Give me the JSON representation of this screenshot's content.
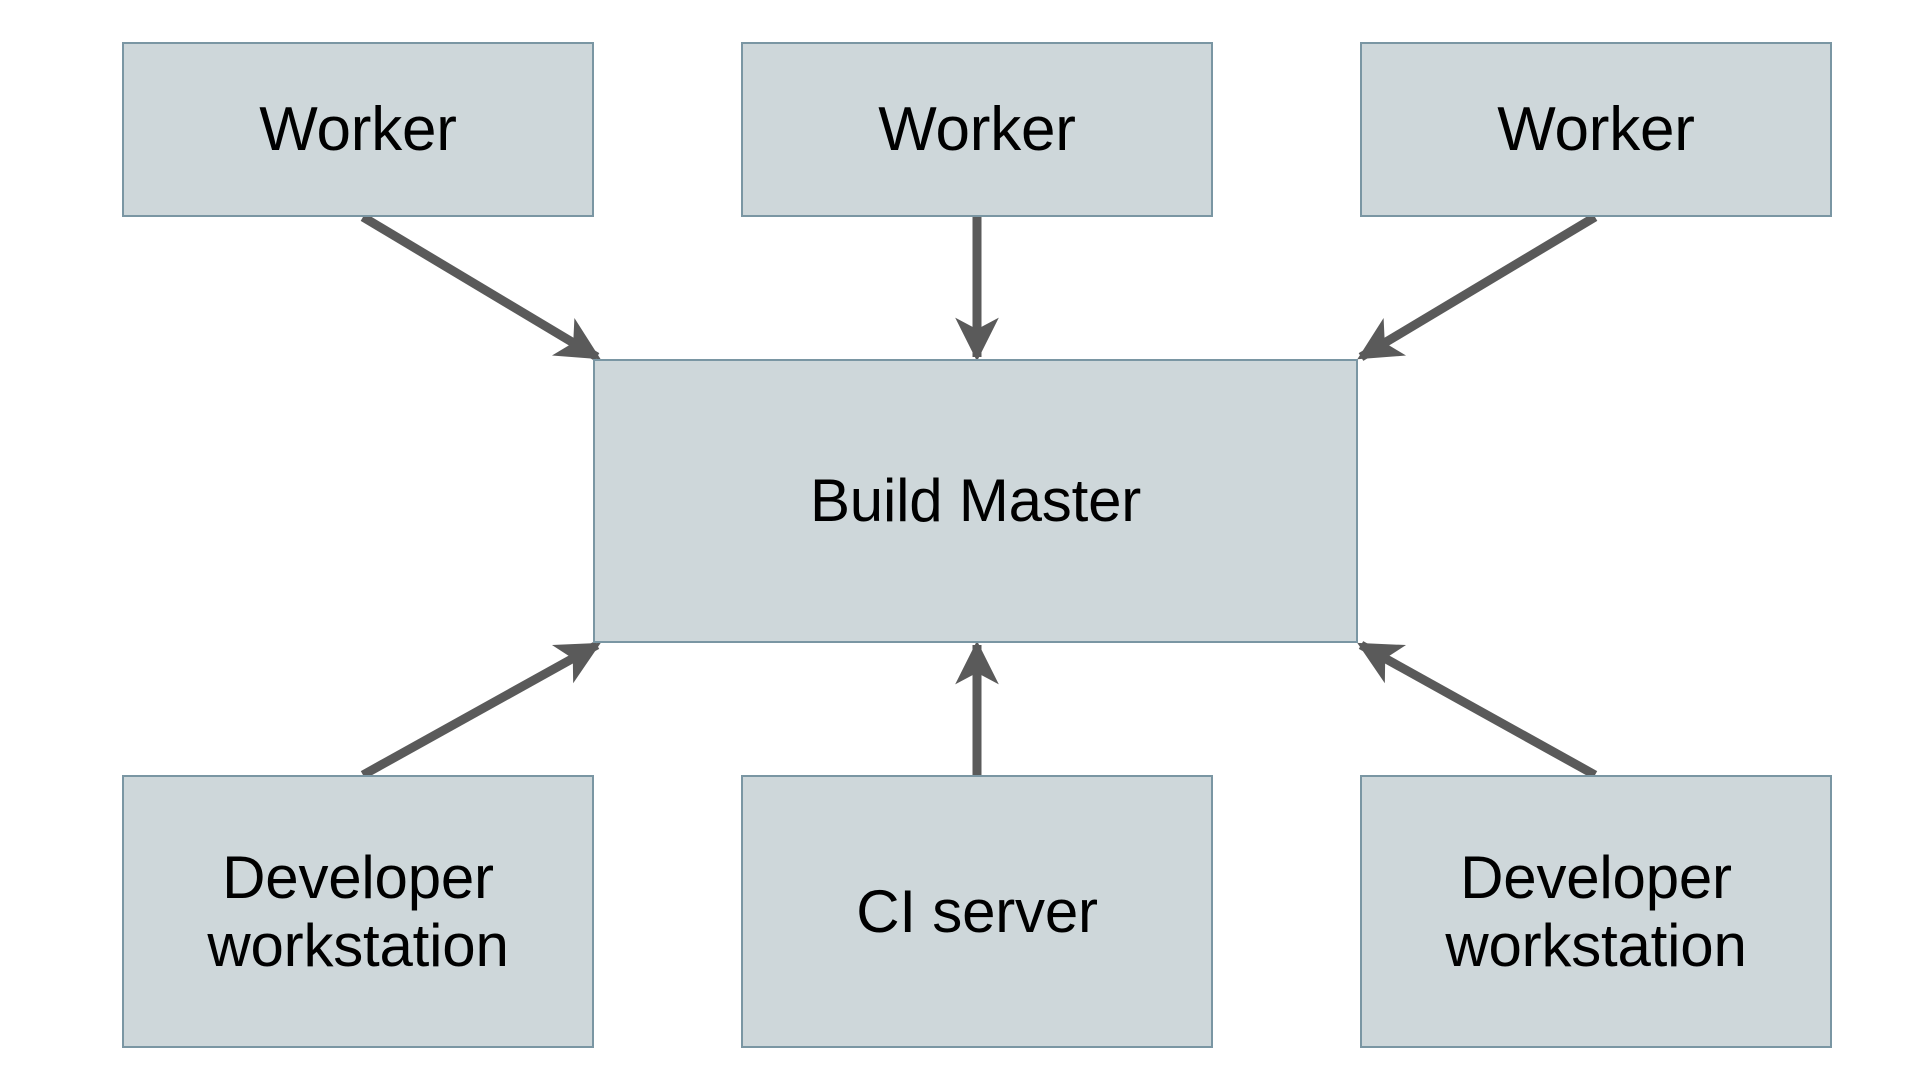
{
  "diagram": {
    "type": "node-edge-architecture",
    "background_color": "#ffffff",
    "node_fill_color": "#ced7da",
    "node_border_color": "#7a96a3",
    "edge_color": "#5a5a5a",
    "text_color": "#000000",
    "nodes": [
      {
        "id": "worker-1",
        "label": "Worker"
      },
      {
        "id": "worker-2",
        "label": "Worker"
      },
      {
        "id": "worker-3",
        "label": "Worker"
      },
      {
        "id": "build-master",
        "label": "Build Master"
      },
      {
        "id": "dev-workstation-left",
        "label": "Developer\nworkstation"
      },
      {
        "id": "ci-server",
        "label": "CI server"
      },
      {
        "id": "dev-workstation-right",
        "label": "Developer\nworkstation"
      }
    ],
    "edges": [
      {
        "id": "edge-worker-1-to-build-master",
        "from": "worker-1",
        "to": "build-master",
        "direction": "to-build-master",
        "arrowhead": "target"
      },
      {
        "id": "edge-worker-2-to-build-master",
        "from": "worker-2",
        "to": "build-master",
        "direction": "to-build-master",
        "arrowhead": "target"
      },
      {
        "id": "edge-worker-3-to-build-master",
        "from": "worker-3",
        "to": "build-master",
        "direction": "to-build-master",
        "arrowhead": "target"
      },
      {
        "id": "edge-dev-workstation-left-to-build-master",
        "from": "dev-workstation-left",
        "to": "build-master",
        "direction": "to-build-master",
        "arrowhead": "target"
      },
      {
        "id": "edge-ci-server-to-build-master",
        "from": "ci-server",
        "to": "build-master",
        "direction": "to-build-master",
        "arrowhead": "target"
      },
      {
        "id": "edge-dev-workstation-right-to-build-master",
        "from": "dev-workstation-right",
        "to": "build-master",
        "direction": "to-build-master",
        "arrowhead": "target"
      }
    ]
  }
}
